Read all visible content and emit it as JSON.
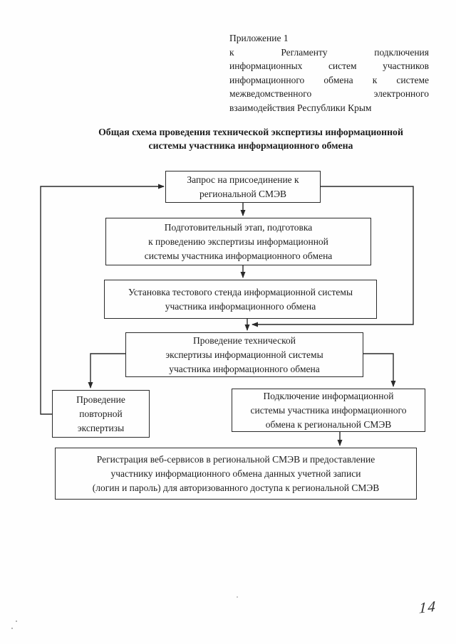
{
  "colors": {
    "ink": "#1d1d1d",
    "line": "#2a2a2a",
    "paper": "#fefefe"
  },
  "page": {
    "appendix": {
      "lines": [
        "Приложение 1",
        "к Регламенту подключения",
        "информационных систем участников",
        "информационного обмена к системе",
        "межведомственного электронного",
        "взаимодействия Республики Крым"
      ]
    },
    "title": {
      "lines": [
        "Общая схема проведения технической экспертизы информационной",
        "системы участника информационного обмена"
      ]
    },
    "page_number": "14"
  },
  "diagram": {
    "nodes": {
      "request": {
        "lines": [
          "Запрос на присоединение к",
          "региональной СМЭВ"
        ]
      },
      "preparation": {
        "lines": [
          "Подготовительный этап, подготовка",
          "к проведению экспертизы информационной",
          "системы участника информационного обмена"
        ]
      },
      "test_stand": {
        "lines": [
          "Установка тестового стенда информационной системы",
          "участника информационного обмена"
        ]
      },
      "expertise": {
        "lines": [
          "Проведение технической",
          "экспертизы информационной системы",
          "участника информационного обмена"
        ]
      },
      "repeat": {
        "lines": [
          "Проведение",
          "повторной",
          "экспертизы"
        ]
      },
      "connection": {
        "lines": [
          "Подключение информационной",
          "системы участника информационного",
          "обмена к региональной СМЭВ"
        ]
      },
      "registration": {
        "lines": [
          "Регистрация веб-сервисов в региональной СМЭВ и предоставление",
          "участнику информационного обмена данных учетной записи",
          "(логин и пароль) для авторизованного доступа к региональной СМЭВ"
        ]
      }
    },
    "edges": [
      {
        "from": "repeat",
        "to": "request"
      },
      {
        "from": "request",
        "to": "preparation"
      },
      {
        "from": "preparation",
        "to": "test_stand"
      },
      {
        "from": "test_stand",
        "to": "expertise"
      },
      {
        "from": "request",
        "to": "expertise"
      },
      {
        "from": "expertise",
        "to": "repeat"
      },
      {
        "from": "expertise",
        "to": "connection"
      },
      {
        "from": "connection",
        "to": "registration"
      }
    ]
  }
}
